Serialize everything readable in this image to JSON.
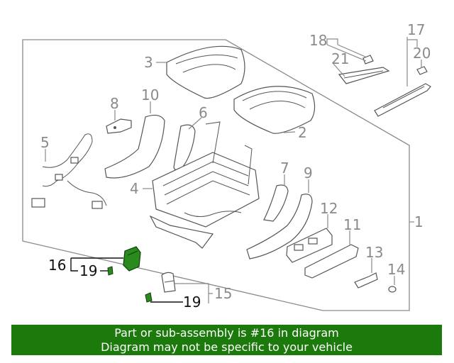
{
  "callouts": {
    "c1": "1",
    "c2": "2",
    "c3": "3",
    "c4": "4",
    "c5": "5",
    "c6": "6",
    "c7": "7",
    "c8": "8",
    "c9": "9",
    "c10": "10",
    "c11": "11",
    "c12": "12",
    "c13": "13",
    "c14": "14",
    "c15": "15",
    "c16": "16",
    "c17": "17",
    "c18": "18",
    "c19a": "19",
    "c19b": "19",
    "c20": "20",
    "c21": "21"
  },
  "highlight_color": "#2a8a1e",
  "banner": {
    "line1": "Part or sub-assembly is #16 in diagram",
    "line2": "Diagram may not be specific to your vehicle",
    "background": "#1c7a0c"
  }
}
